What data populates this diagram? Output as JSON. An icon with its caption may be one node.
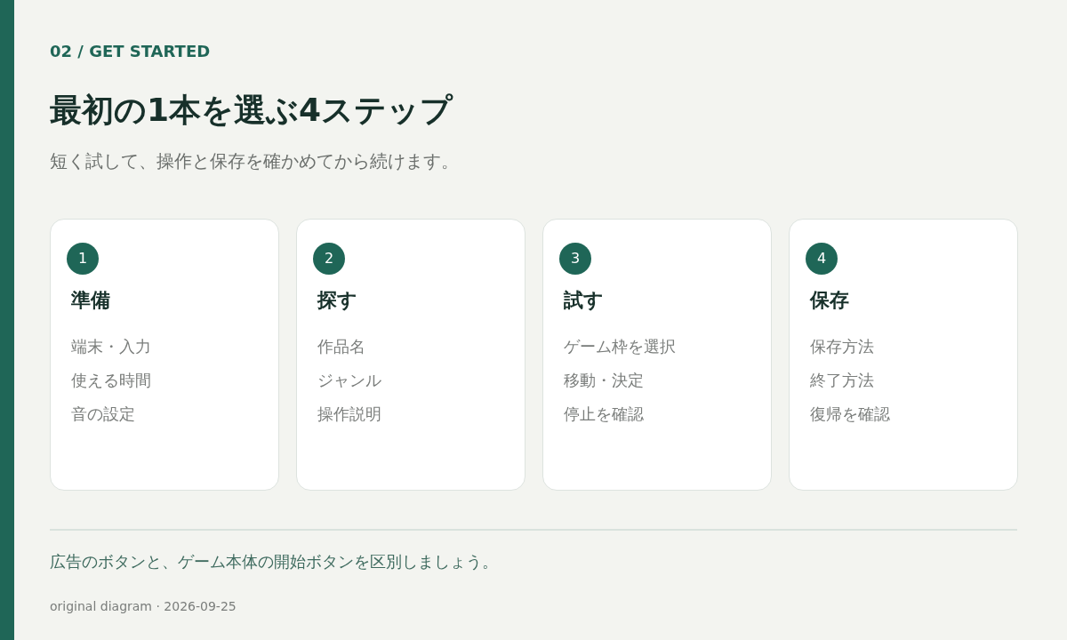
{
  "diagram": {
    "title": "最初の1本を選ぶ4ステップ",
    "nodes": [
      {
        "text": [
          "準備",
          "端末・入力",
          "使える時間",
          "音の設定"
        ]
      },
      {
        "text": [
          "1"
        ],
        "in": 0
      },
      {
        "text": [
          "探す",
          "作品名",
          "ジャンル",
          "操作説明"
        ]
      },
      {
        "text": [
          "2"
        ],
        "in": 2
      },
      {
        "text": [
          "試す",
          "ゲーム枠を選択",
          "移動・決定",
          "停止を確認"
        ]
      },
      {
        "text": [
          "3"
        ],
        "in": 4
      },
      {
        "text": [
          "保存",
          "保存方法",
          "終了方法",
          "復帰を確認"
        ]
      },
      {
        "text": [
          "4"
        ],
        "in": 6
      }
    ],
    "labels": [
      "02 / GET STARTED",
      "短く試して、操作と保存を確かめてから続けます。",
      "広告のボタンと、ゲーム本体の開始ボタンを区別しましょう。",
      "original diagram · 2026-09-25"
    ]
  }
}
